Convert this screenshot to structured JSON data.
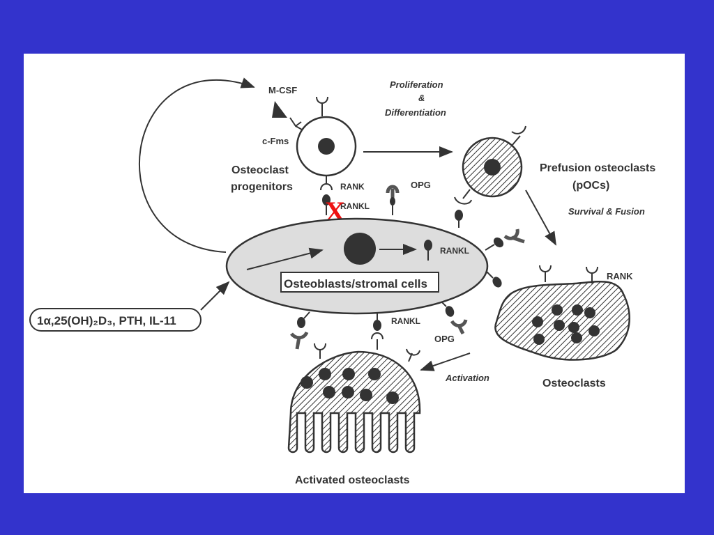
{
  "diagram": {
    "labels": {
      "m_csf": "M-CSF",
      "c_fms": "c-Fms",
      "osteoclast_progenitors_1": "Osteoclast",
      "osteoclast_progenitors_2": "progenitors",
      "proliferation": "Proliferation",
      "ampersand": "&",
      "differentiation": "Differentiation",
      "rank_top": "RANK",
      "rankl_top": "RANKL",
      "opg_top": "OPG",
      "prefusion_1": "Prefusion osteoclasts",
      "prefusion_2": "(pOCs)",
      "survival_fusion": "Survival & Fusion",
      "rankl_mid": "RANKL",
      "osteoblasts": "Osteoblasts/stromal cells",
      "rank_right": "RANK",
      "hormones": "1α,25(OH)₂D₃, PTH, IL-11",
      "rankl_bottom": "RANKL",
      "opg_bottom": "OPG",
      "activation": "Activation",
      "osteoclasts": "Osteoclasts",
      "activated_osteoclasts": "Activated osteoclasts",
      "inhibition_mark": "X"
    },
    "colors": {
      "background": "#3333cc",
      "panel": "#ffffff",
      "ink": "#333333",
      "stromal_fill": "#dddddd",
      "inhibition_mark": "#ee1111"
    }
  }
}
